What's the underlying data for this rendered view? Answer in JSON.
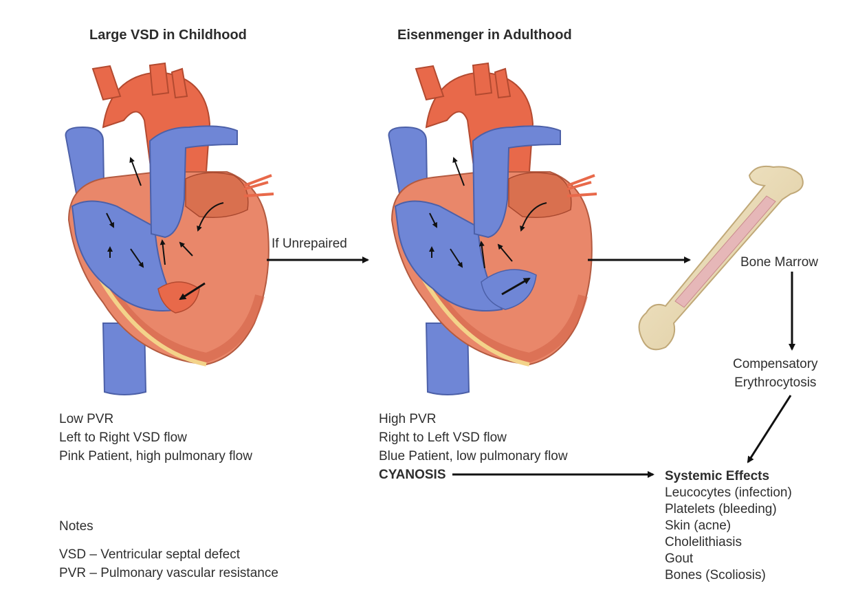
{
  "titles": {
    "left": "Large VSD in Childhood",
    "right": "Eisenmenger in Adulthood"
  },
  "arrow_label": "If Unrepaired",
  "childhood": {
    "lines": [
      "Low PVR",
      "Left to Right VSD flow",
      "Pink Patient, high pulmonary flow"
    ]
  },
  "adulthood": {
    "lines": [
      "High PVR",
      "Right to Left VSD flow",
      "Blue Patient, low pulmonary flow"
    ],
    "cyanosis": "CYANOSIS"
  },
  "bone_marrow": "Bone Marrow",
  "compensatory": [
    "Compensatory",
    "Erythrocytosis"
  ],
  "systemic": {
    "title": "Systemic Effects",
    "items": [
      "Leucocytes (infection)",
      "Platelets (bleeding)",
      "Skin (acne)",
      "Cholelithiasis",
      "Gout",
      "Bones (Scoliosis)"
    ]
  },
  "notes": {
    "heading": "Notes",
    "items": [
      "VSD – Ventricular septal defect",
      "PVR – Pulmonary vascular resistance"
    ]
  },
  "colors": {
    "artery_red": "#e8694a",
    "vein_blue": "#6f86d6",
    "myocardium": "#e9876a",
    "bone": "#efe2c0",
    "marrow": "#e6b7b8"
  },
  "icons": {
    "heart_left": "heart-illustration",
    "heart_right": "heart-illustration",
    "bone": "femur-bone-illustration"
  }
}
